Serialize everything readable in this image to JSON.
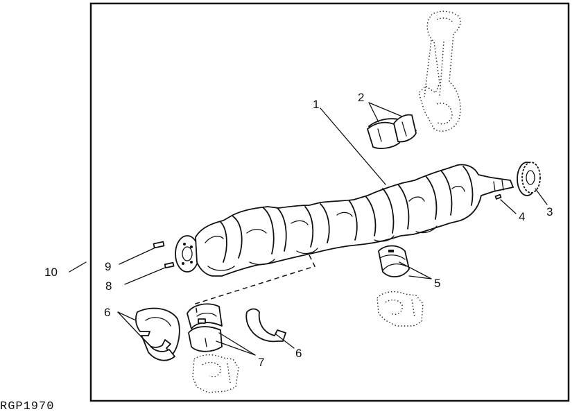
{
  "figure_id": "RGP1970",
  "callouts": {
    "c1": "1",
    "c2": "2",
    "c3": "3",
    "c4": "4",
    "c5": "5",
    "c6_left": "6",
    "c6_right": "6",
    "c7": "7",
    "c8": "8",
    "c9": "9",
    "c10": "10"
  }
}
